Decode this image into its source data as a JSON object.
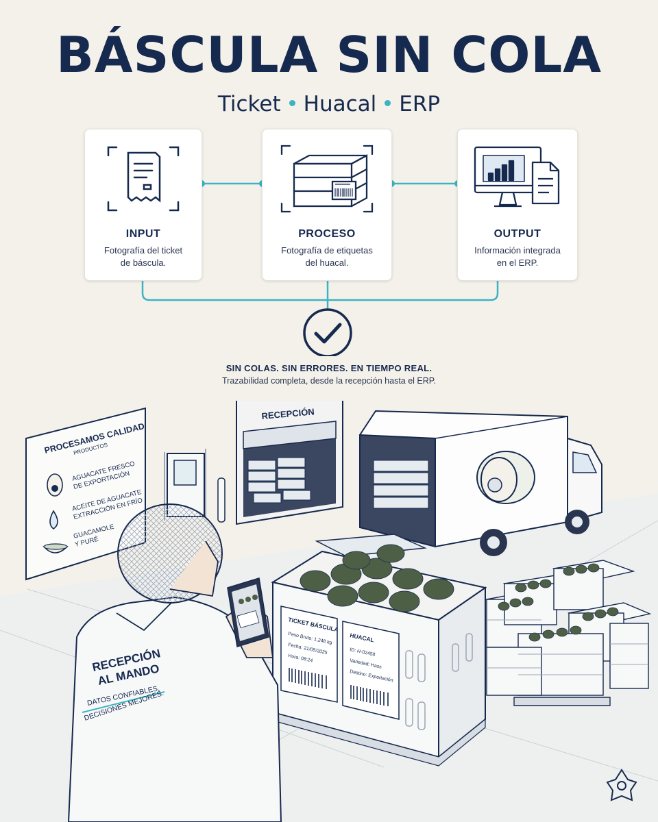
{
  "header": {
    "title": "BÁSCULA SIN COLA",
    "subtitle_parts": [
      "Ticket",
      "Huacal",
      "ERP"
    ]
  },
  "steps": [
    {
      "title": "INPUT",
      "desc_lines": [
        "Fotografía del ticket",
        "de báscula."
      ],
      "icon": "receipt-icon"
    },
    {
      "title": "PROCESO",
      "desc_lines": [
        "Fotografía de etiquetas",
        "del huacal."
      ],
      "icon": "crate-icon"
    },
    {
      "title": "OUTPUT",
      "desc_lines": [
        "Información integrada",
        "en el ERP."
      ],
      "icon": "monitor-chart-icon"
    }
  ],
  "result": {
    "headline": "SIN COLAS. SIN ERRORES. EN TIEMPO REAL.",
    "sub": "Trazabilidad completa, desde la recepción hasta el ERP."
  },
  "scene": {
    "reception_sign": "RECEPCIÓN",
    "board": {
      "title": "PROCESAMOS CALIDAD",
      "subtitle": "PRODUCTOS",
      "items": [
        {
          "line1": "AGUACATE FRESCO",
          "line2": "DE EXPORTACIÓN",
          "icon": "avocado-icon"
        },
        {
          "line1": "ACEITE DE AGUACATE",
          "line2": "EXTRACCIÓN EN FRÍO",
          "icon": "oil-drop-icon"
        },
        {
          "line1": "GUACAMOLE",
          "line2": "Y PURÉ",
          "icon": "bowl-icon"
        }
      ]
    },
    "ticket_label": {
      "title": "TICKET BÁSCULA",
      "lines": [
        "Peso Bruto: 1,248 kg",
        "Fecha: 21/05/2025",
        "Hora: 08:24"
      ]
    },
    "huacal_label": {
      "title": "HUACAL",
      "lines": [
        "ID: H-02458",
        "Variedad: Hass",
        "Destino: Exportación"
      ]
    },
    "jacket": {
      "line1": "RECEPCIÓN",
      "line2": "AL MANDO",
      "line3": "DATOS CONFIABLES,",
      "line4": "DECISIONES MEJORES."
    }
  },
  "colors": {
    "navy": "#16294e",
    "teal": "#3bb3c3",
    "background": "#f4f1ea",
    "avocado": "#4d6046"
  }
}
